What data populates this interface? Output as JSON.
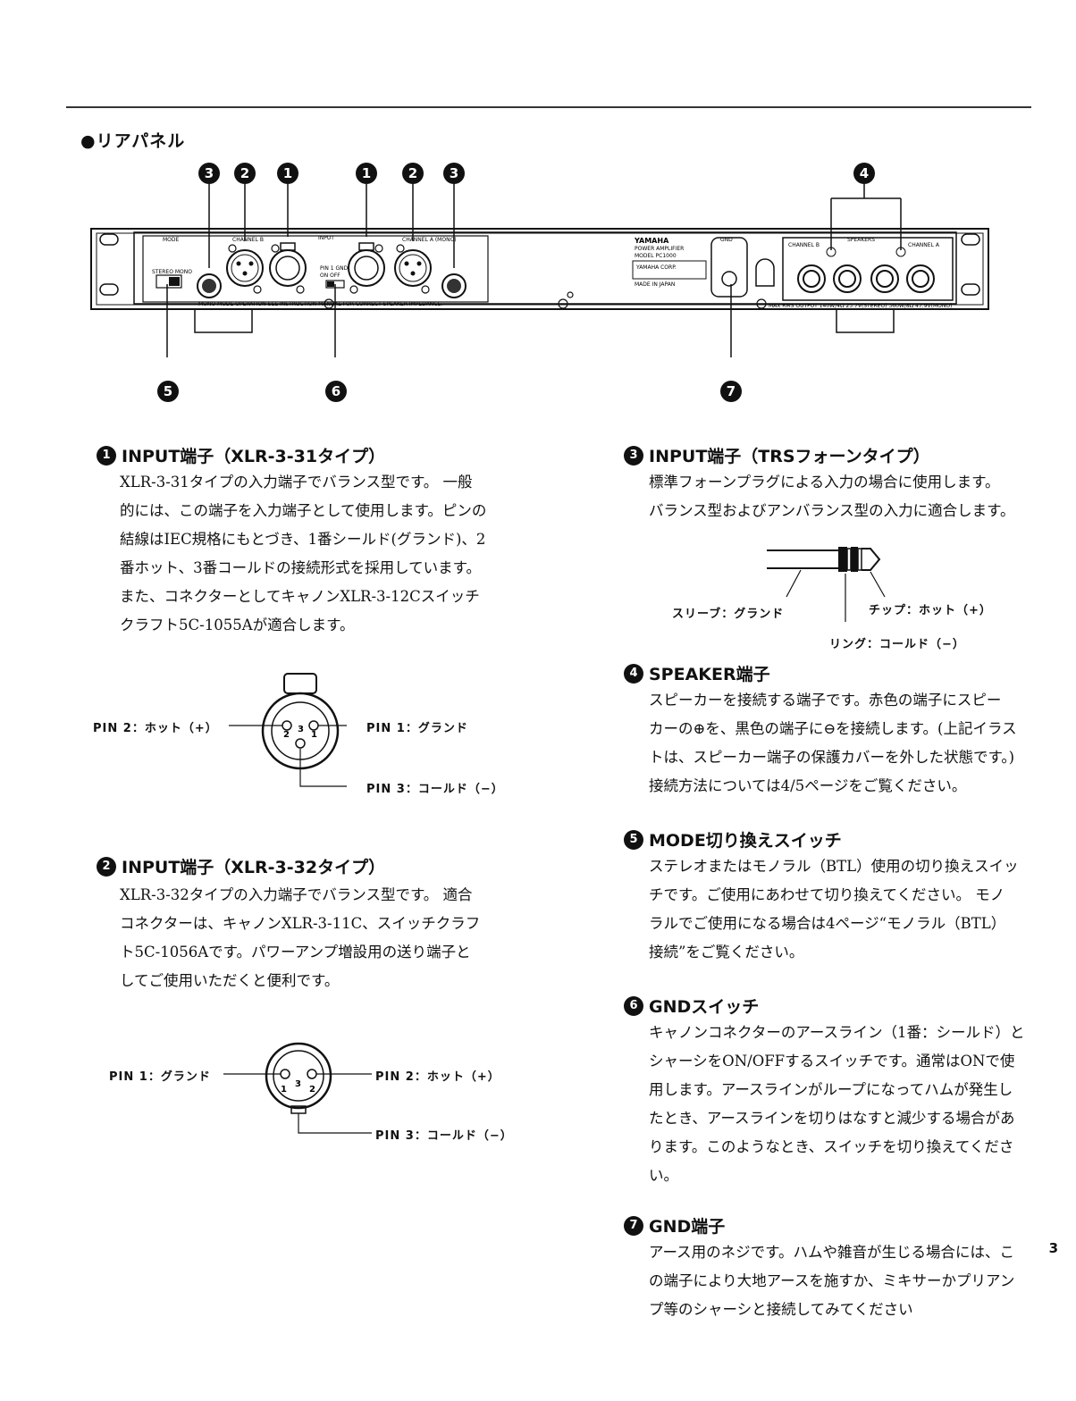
{
  "section_title": "●リアパネル",
  "callouts_top": [
    "3",
    "2",
    "1",
    "1",
    "2",
    "3",
    "4"
  ],
  "callouts_bottom": [
    "5",
    "6",
    "7"
  ],
  "panel": {
    "mode_label": "MODE",
    "stereo_mono": "STEREO MONO",
    "channel_b": "CHANNEL B",
    "input_label": "INPUT",
    "channel_a": "CHANNEL A (MONO)",
    "pin1_gnd": "PIN 1 GND",
    "on_off": "ON   OFF",
    "bottom_note": "MONO MODE OPERATION-SEE INSTRUCTION MANUAL FOR CORRECT SPEAKER IMPEDANCE.",
    "brand": "YAMAHA",
    "model_line1": "POWER AMPLIFIER",
    "model_line2": "MODEL PC1000",
    "corp": "YAMAHA CORP.",
    "made_in": "MADE IN JAPAN",
    "gnd_label": "GND",
    "speakers_label": "SPEAKERS",
    "speakers_channel_b": "CHANNEL B",
    "speakers_channel_a": "CHANNEL A",
    "max_rms": "MAX RMS OUTPUT 140W/4Ω 23.7V(STEREO) 360W/8Ω 47.9V(MONO)"
  },
  "items": [
    {
      "num": "1",
      "title": "INPUT端子（XLR-3-31タイプ）",
      "lines": [
        "XLR-3-31タイプの入力端子でバランス型です。 一般",
        "的には、この端子を入力端子として使用します。ピンの",
        "結線はIEC規格にもとづき、1番シールド(グランド)、2",
        "番ホット、3番コールドの接続形式を採用しています。",
        "また、コネクターとしてキャノンXLR-3-12Cスイッチ",
        "クラフト5C-1055Aが適合します。"
      ],
      "diagram": {
        "left_label": "PIN 2：ホット（+）",
        "right_label": "PIN 1：グランド",
        "bottom_label": "PIN 3：コールド（−）",
        "pins": [
          "2",
          "3",
          "1"
        ]
      }
    },
    {
      "num": "2",
      "title": "INPUT端子（XLR-3-32タイプ）",
      "lines": [
        "XLR-3-32タイプの入力端子でバランス型です。 適合",
        "コネクターは、キャノンXLR-3-11C、スイッチクラフ",
        "ト5C-1056Aです。パワーアンプ増設用の送り端子と",
        "してご使用いただくと便利です。"
      ],
      "diagram": {
        "left_label": "PIN 1：グランド",
        "right_label": "PIN 2：ホット（+）",
        "bottom_label": "PIN 3：コールド（−）",
        "pins": [
          "1",
          "3",
          "2"
        ]
      }
    },
    {
      "num": "3",
      "title": "INPUT端子（TRSフォーンタイプ）",
      "lines": [
        "標準フォーンプラグによる入力の場合に使用します。",
        "バランス型およびアンバランス型の入力に適合します。"
      ],
      "diagram": {
        "sleeve_label": "スリーブ：グランド",
        "tip_label": "チップ：ホット（+）",
        "ring_label": "リング：コールド（−）"
      }
    },
    {
      "num": "4",
      "title": "SPEAKER端子",
      "lines": [
        "スピーカーを接続する端子です。赤色の端子にスピー",
        "カーの⊕を、黒色の端子に⊖を接続します。(上記イラス",
        "トは、スピーカー端子の保護カバーを外した状態です。)",
        "接続方法については4/5ページをご覧ください。"
      ]
    },
    {
      "num": "5",
      "title": "MODE切り換えスイッチ",
      "lines": [
        "ステレオまたはモノラル（BTL）使用の切り換えスイッ",
        "チです。ご使用にあわせて切り換えてください。 モノ",
        "ラルでご使用になる場合は4ページ“モノラル（BTL）",
        "接続”をご覧ください。"
      ]
    },
    {
      "num": "6",
      "title": "GNDスイッチ",
      "lines": [
        "キャノンコネクターのアースライン（1番：シールド）と",
        "シャーシをON/OFFするスイッチです。通常はONで使",
        "用します。アースラインがループになってハムが発生し",
        "たとき、アースラインを切りはなすと減少する場合があ",
        "ります。このようなとき、スイッチを切り換えてくださ",
        "い。"
      ]
    },
    {
      "num": "7",
      "title": "GND端子",
      "lines": [
        "アース用のネジです。ハムや雑音が生じる場合には、こ",
        "の端子により大地アースを施すか、ミキサーかプリアン",
        "プ等のシャーシと接続してみてください"
      ]
    }
  ],
  "page_number": "3"
}
